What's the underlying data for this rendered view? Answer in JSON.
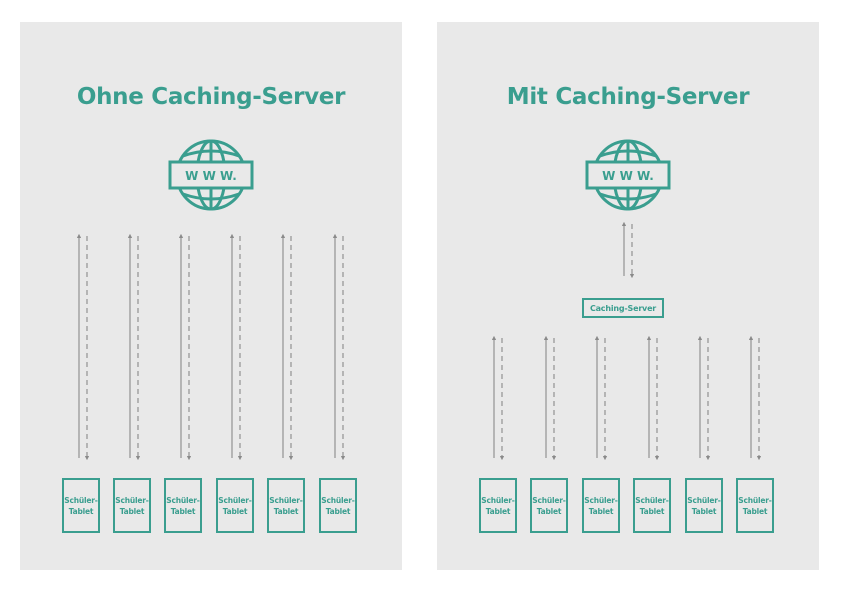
{
  "left": {
    "title": "Ohne Caching-Server",
    "globe_label": "W W W.",
    "tablets": [
      {
        "line1": "Schüler-",
        "line2": "Tablet"
      },
      {
        "line1": "Schüler-",
        "line2": "Tablet"
      },
      {
        "line1": "Schüler-",
        "line2": "Tablet"
      },
      {
        "line1": "Schüler-",
        "line2": "Tablet"
      },
      {
        "line1": "Schüler-",
        "line2": "Tablet"
      },
      {
        "line1": "Schüler-",
        "line2": "Tablet"
      }
    ]
  },
  "right": {
    "title": "Mit Caching-Server",
    "globe_label": "W W W.",
    "caching_server_label": "Caching-Server",
    "tablets": [
      {
        "line1": "Schüler-",
        "line2": "Tablet"
      },
      {
        "line1": "Schüler-",
        "line2": "Tablet"
      },
      {
        "line1": "Schüler-",
        "line2": "Tablet"
      },
      {
        "line1": "Schüler-",
        "line2": "Tablet"
      },
      {
        "line1": "Schüler-",
        "line2": "Tablet"
      },
      {
        "line1": "Schüler-",
        "line2": "Tablet"
      }
    ]
  },
  "colors": {
    "accent": "#3a9e8f",
    "panel_background": "#e9e9e9",
    "arrow": "#8a8a8a"
  },
  "icons": {
    "globe": "globe-www-icon",
    "arrow_up": "solid-up-arrow",
    "arrow_down": "dashed-down-arrow"
  }
}
